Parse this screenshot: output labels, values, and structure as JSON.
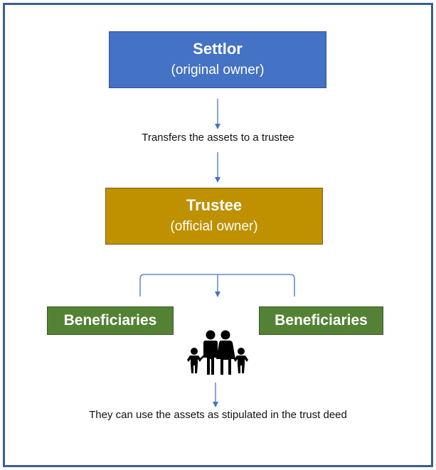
{
  "settlor": {
    "title": "Settlor",
    "subtitle": "(original owner)",
    "color": "#4472c4"
  },
  "transfer_label": "Transfers the assets to a trustee",
  "trustee": {
    "title": "Trustee",
    "subtitle": "(official owner)",
    "color": "#bf9000"
  },
  "beneficiaries": {
    "left_label": "Beneficiaries",
    "right_label": "Beneficiaries",
    "color": "#548235",
    "icon": "family-icon"
  },
  "usage_label": "They can use the assets as stipulated in the trust deed",
  "border_color": "#3a5f8f",
  "arrow_color": "#4472c4"
}
